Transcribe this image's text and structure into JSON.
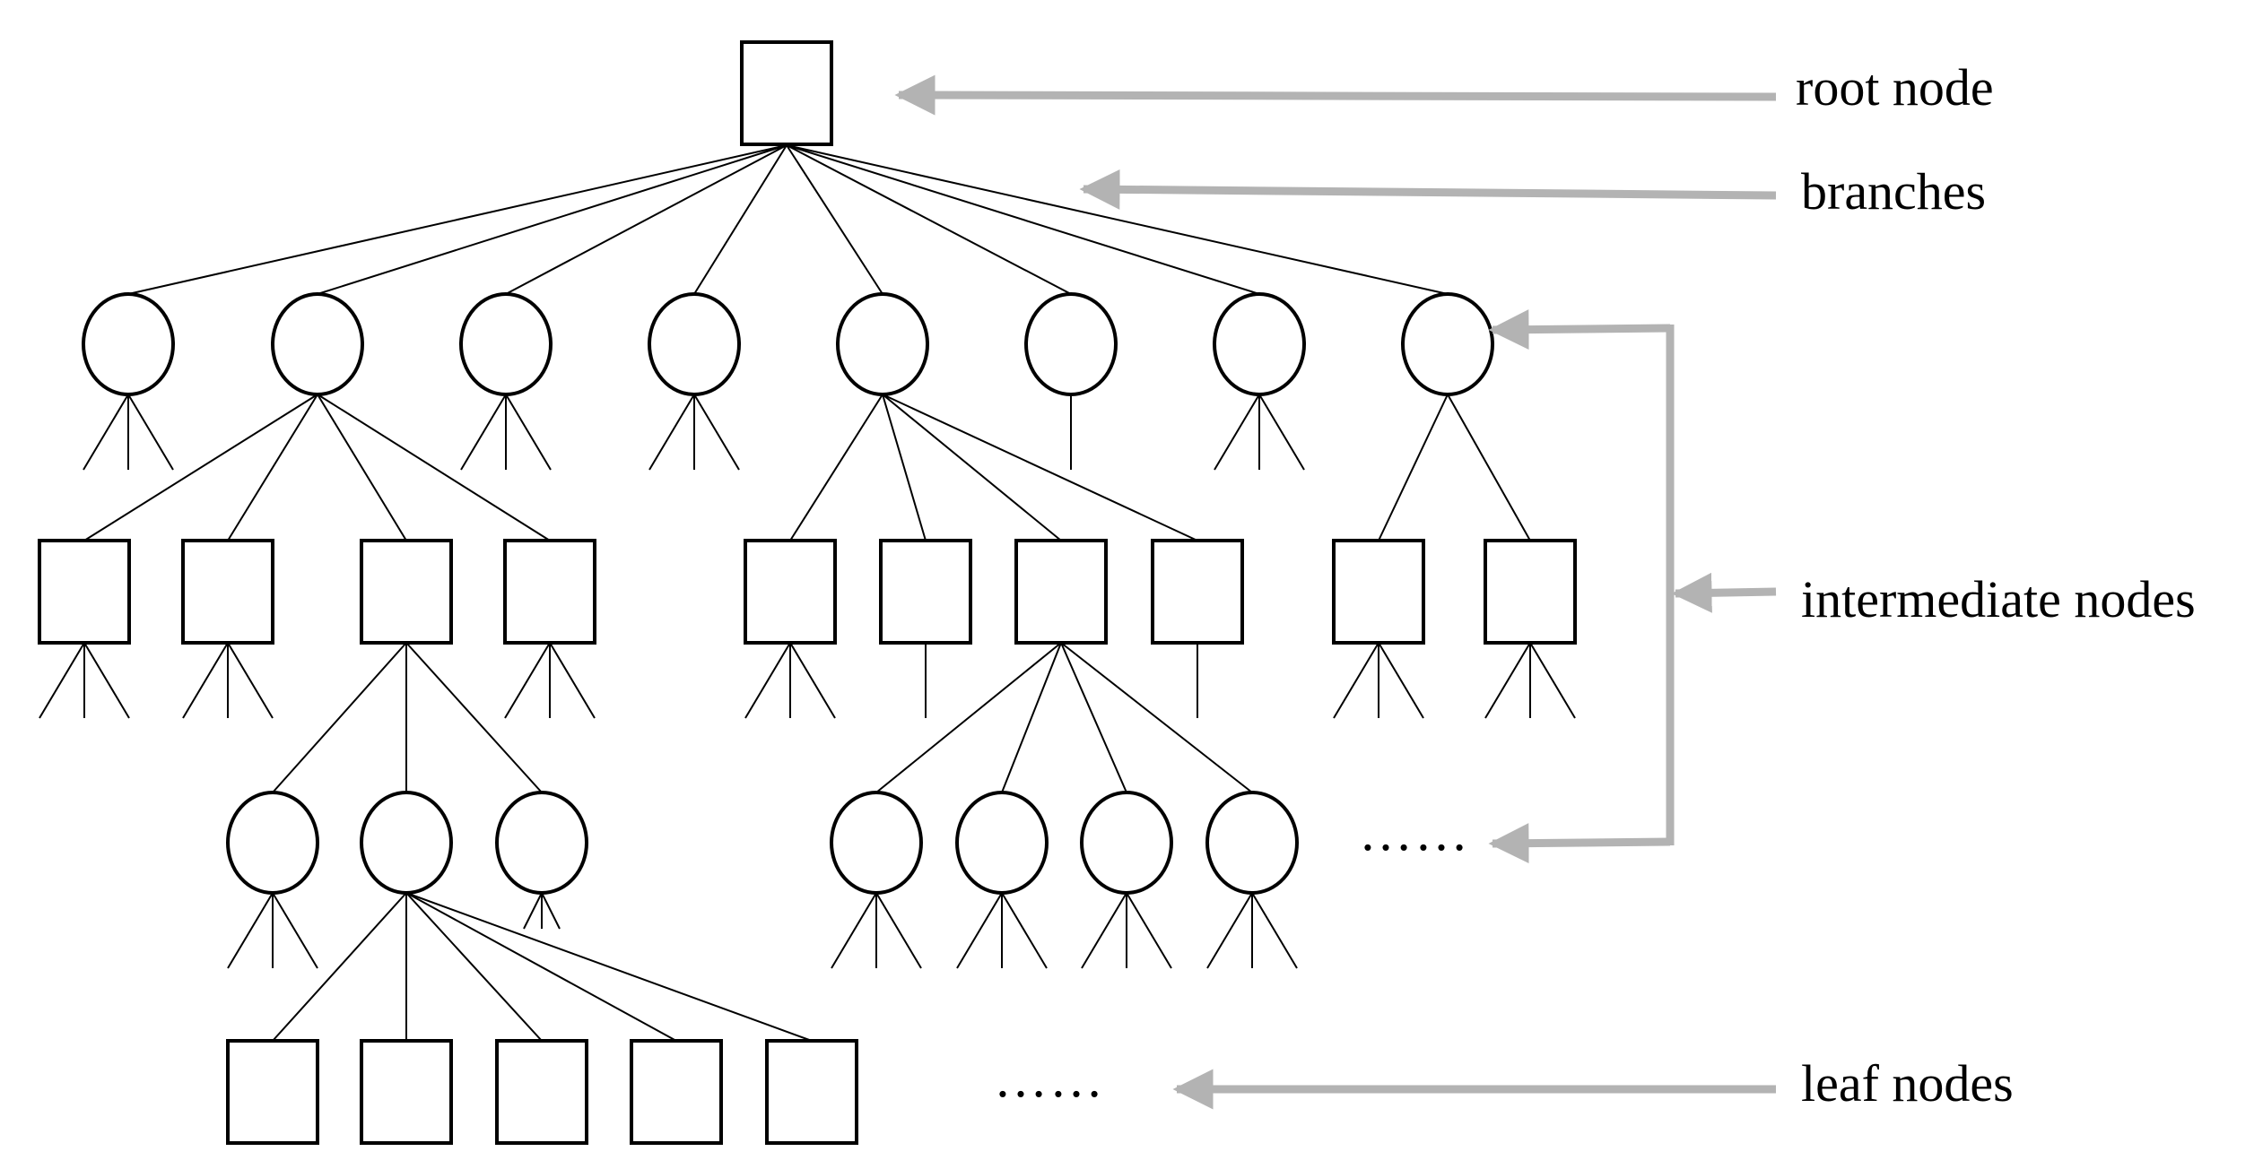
{
  "labels": {
    "root": "root node",
    "branches": "branches",
    "intermediate": "intermediate nodes",
    "leaf": "leaf nodes"
  },
  "ellipsis": "……",
  "colors": {
    "stroke": "#000000",
    "arrow": "#b3b3b3",
    "background": "#ffffff"
  }
}
